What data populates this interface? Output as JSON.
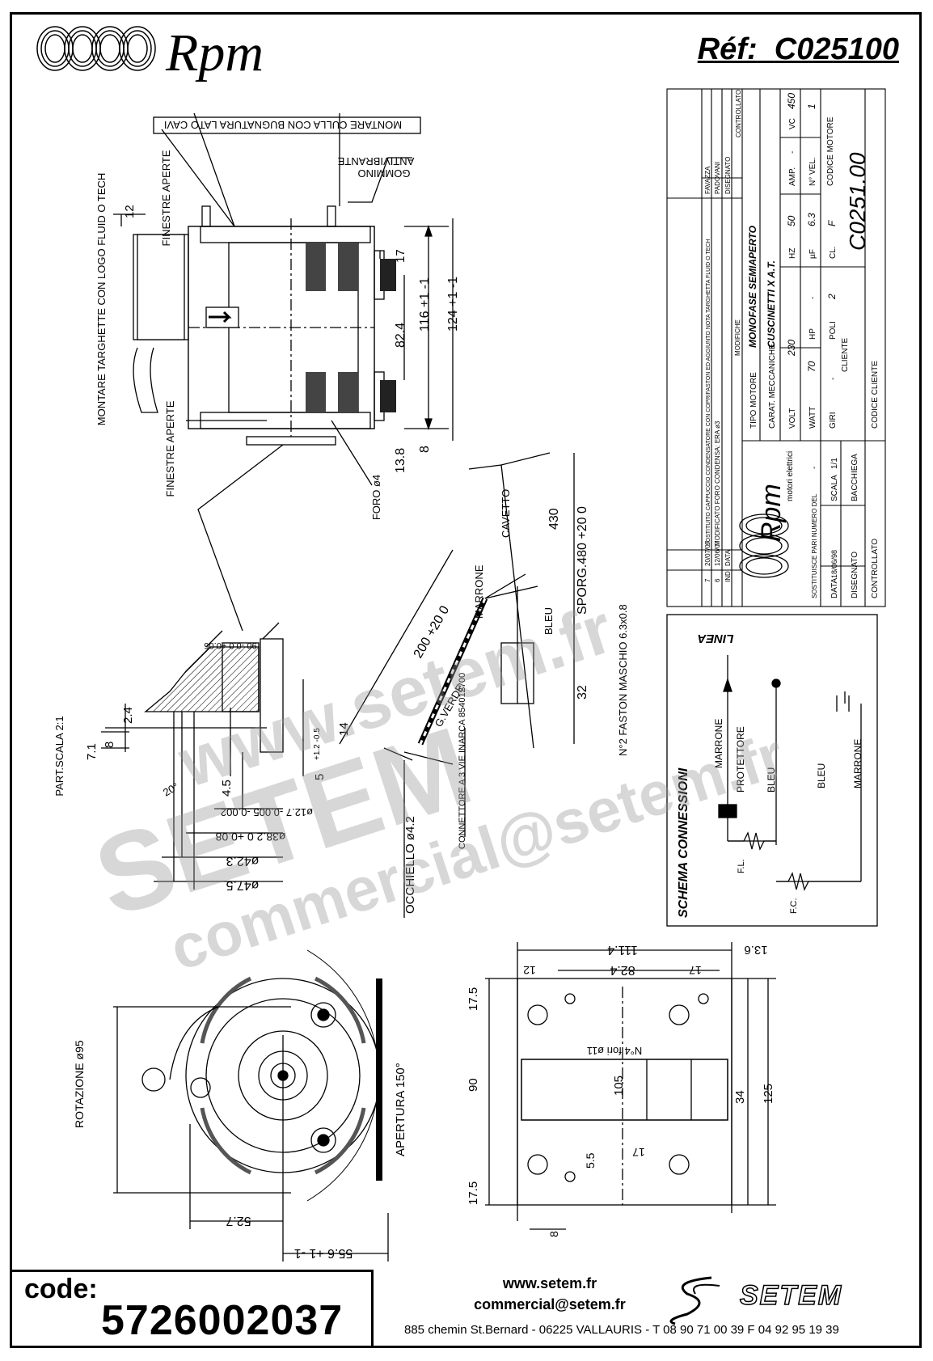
{
  "header": {
    "brand": "Rpm",
    "ref_label": "Réf:",
    "ref_value": "C025100"
  },
  "drawing": {
    "side_view": {
      "note_top": "MONTARE CULLA CON BUGNATURA LATO CAVI",
      "antivibrante": "ANTIVIBRANTE",
      "gommino": "GOMMINO",
      "finestre_top": "FINESTRE APERTE",
      "finestre_bottom": "FINESTRE APERTE",
      "targhette": "MONTARE TARGHETTE CON LOGO FLUID O TECH",
      "foro": "FORO ø4",
      "dims": [
        "12",
        "17",
        "82.4",
        "116 +1 -1",
        "124 +1 -1",
        "13.8",
        "8"
      ]
    },
    "shaft_detail": {
      "title": "PART.SCALA 2:1",
      "dims": [
        "2.4",
        "7.1",
        "8",
        "14",
        "+1.2 -0.5",
        "5",
        "4.5",
        "20°",
        "ø12.7 -0.005 -0.002",
        "ø38.2 0 +0.08",
        "ø42.3",
        "ø47.5",
        "90 -0.0 +0.06"
      ]
    },
    "wiring": {
      "cavetto": "CAVETTO",
      "marrone": "MARRONE",
      "bleu": "BLEU",
      "gverde": "G.VERDE",
      "sporg": "SPORG.480 +20 0",
      "len200": "200 +20 0",
      "len430": "430",
      "len32": "32",
      "faston": "N°2 FASTON MASCHIO 6.3x0.8",
      "connettore": "CONNETTORE A 3 VIE INARCA 854012700",
      "occhiello": "OCCHIELLO ø4.2"
    },
    "front_view": {
      "rotazione": "ROTAZIONE ø95",
      "apertura": "APERTURA 150°",
      "dims": [
        "52.7",
        "55.6 +1 -1"
      ]
    },
    "bracket_view": {
      "hole_note": "N°4 fori ø11",
      "dims": [
        "111.4",
        "82.4",
        "12",
        "17",
        "13.6",
        "17.5",
        "90",
        "105",
        "17.5",
        "34",
        "125",
        "5.5",
        "17",
        "8"
      ]
    },
    "schematic": {
      "title": "SCHEMA CONNESSIONI",
      "linea": "LINEA",
      "marrone1": "MARRONE",
      "protettore": "PROTETTORE",
      "bleu1": "BLEU",
      "bleu2": "BLEU",
      "marrone2": "MARRONE",
      "fl": "F.L.",
      "fc": "F.C."
    }
  },
  "title_block": {
    "revisions": [
      {
        "ind": "7",
        "data": "20/07/07",
        "text": "SOSTITUITO CAPPUCCIO CONDENSATORE CON COPRIFASTON ED AGGIUNTO NOTA TARGHETTA FLUID O TECH",
        "dis": "FAVAZZA"
      },
      {
        "ind": "6",
        "data": "12/06/07",
        "text": "MODIFICATO FORO CONDENSA: ERA ø3",
        "dis": "PADOVANI"
      }
    ],
    "hdr_ind": "IND",
    "hdr_data": "DATA",
    "hdr_modifiche": "MODIFICHE",
    "hdr_disegnato": "DISEGNATO",
    "hdr_controllato": "CONTROLLATO",
    "tipo_motore_label": "TIPO MOTORE",
    "tipo_motore": "MONOFASE SEMIAPERTO",
    "carat_label": "CARAT. MECCANICHE",
    "carat": "CUSCINETTI X A.T.",
    "volt_label": "VOLT",
    "volt": "230",
    "hz_label": "HZ",
    "hz": "50",
    "amp_label": "AMP.",
    "amp": "-",
    "watt_label": "WATT",
    "watt": "70",
    "hp_label": "HP",
    "hp": "-",
    "vc_label": "VC",
    "vc": "450",
    "giri_label": "GIRI",
    "giri": "-",
    "poli_label": "POLI",
    "poli": "2",
    "uf_label": "µF",
    "uf": "6.3",
    "cl_label": "CL.",
    "cl": "F",
    "nvel_label": "N° VEL.",
    "nvel": "1",
    "cliente_label": "CLIENTE",
    "codice_motore_label": "CODICE MOTORE",
    "codice_motore": "C0251.00",
    "codice_cliente_label": "CODICE CLIENTE",
    "sostituisce_label": "SOSTITUISCE PARI NUMERO DEL",
    "sostituisce": "-",
    "data_label": "DATA",
    "data": "18/06/98",
    "scala_label": "SCALA",
    "scala": "1/1",
    "disegnato_label": "DISEGNATO",
    "disegnato": "BACCHIEGA",
    "controllato_label": "CONTROLLATO",
    "brand": "Rpm",
    "brand_sub": "motori elettrici"
  },
  "watermarks": [
    "www.setem.fr",
    "SETEM",
    "commercial@setem.fr"
  ],
  "footer": {
    "code_label": "code:",
    "code": "5726002037",
    "website": "www.setem.fr",
    "email": "commercial@setem.fr",
    "address": "885 chemin St.Bernard  -  06225 VALLAURIS  -  T 08 90 71 00 39   F 04 92 95 19 39",
    "company": "SETEM"
  }
}
